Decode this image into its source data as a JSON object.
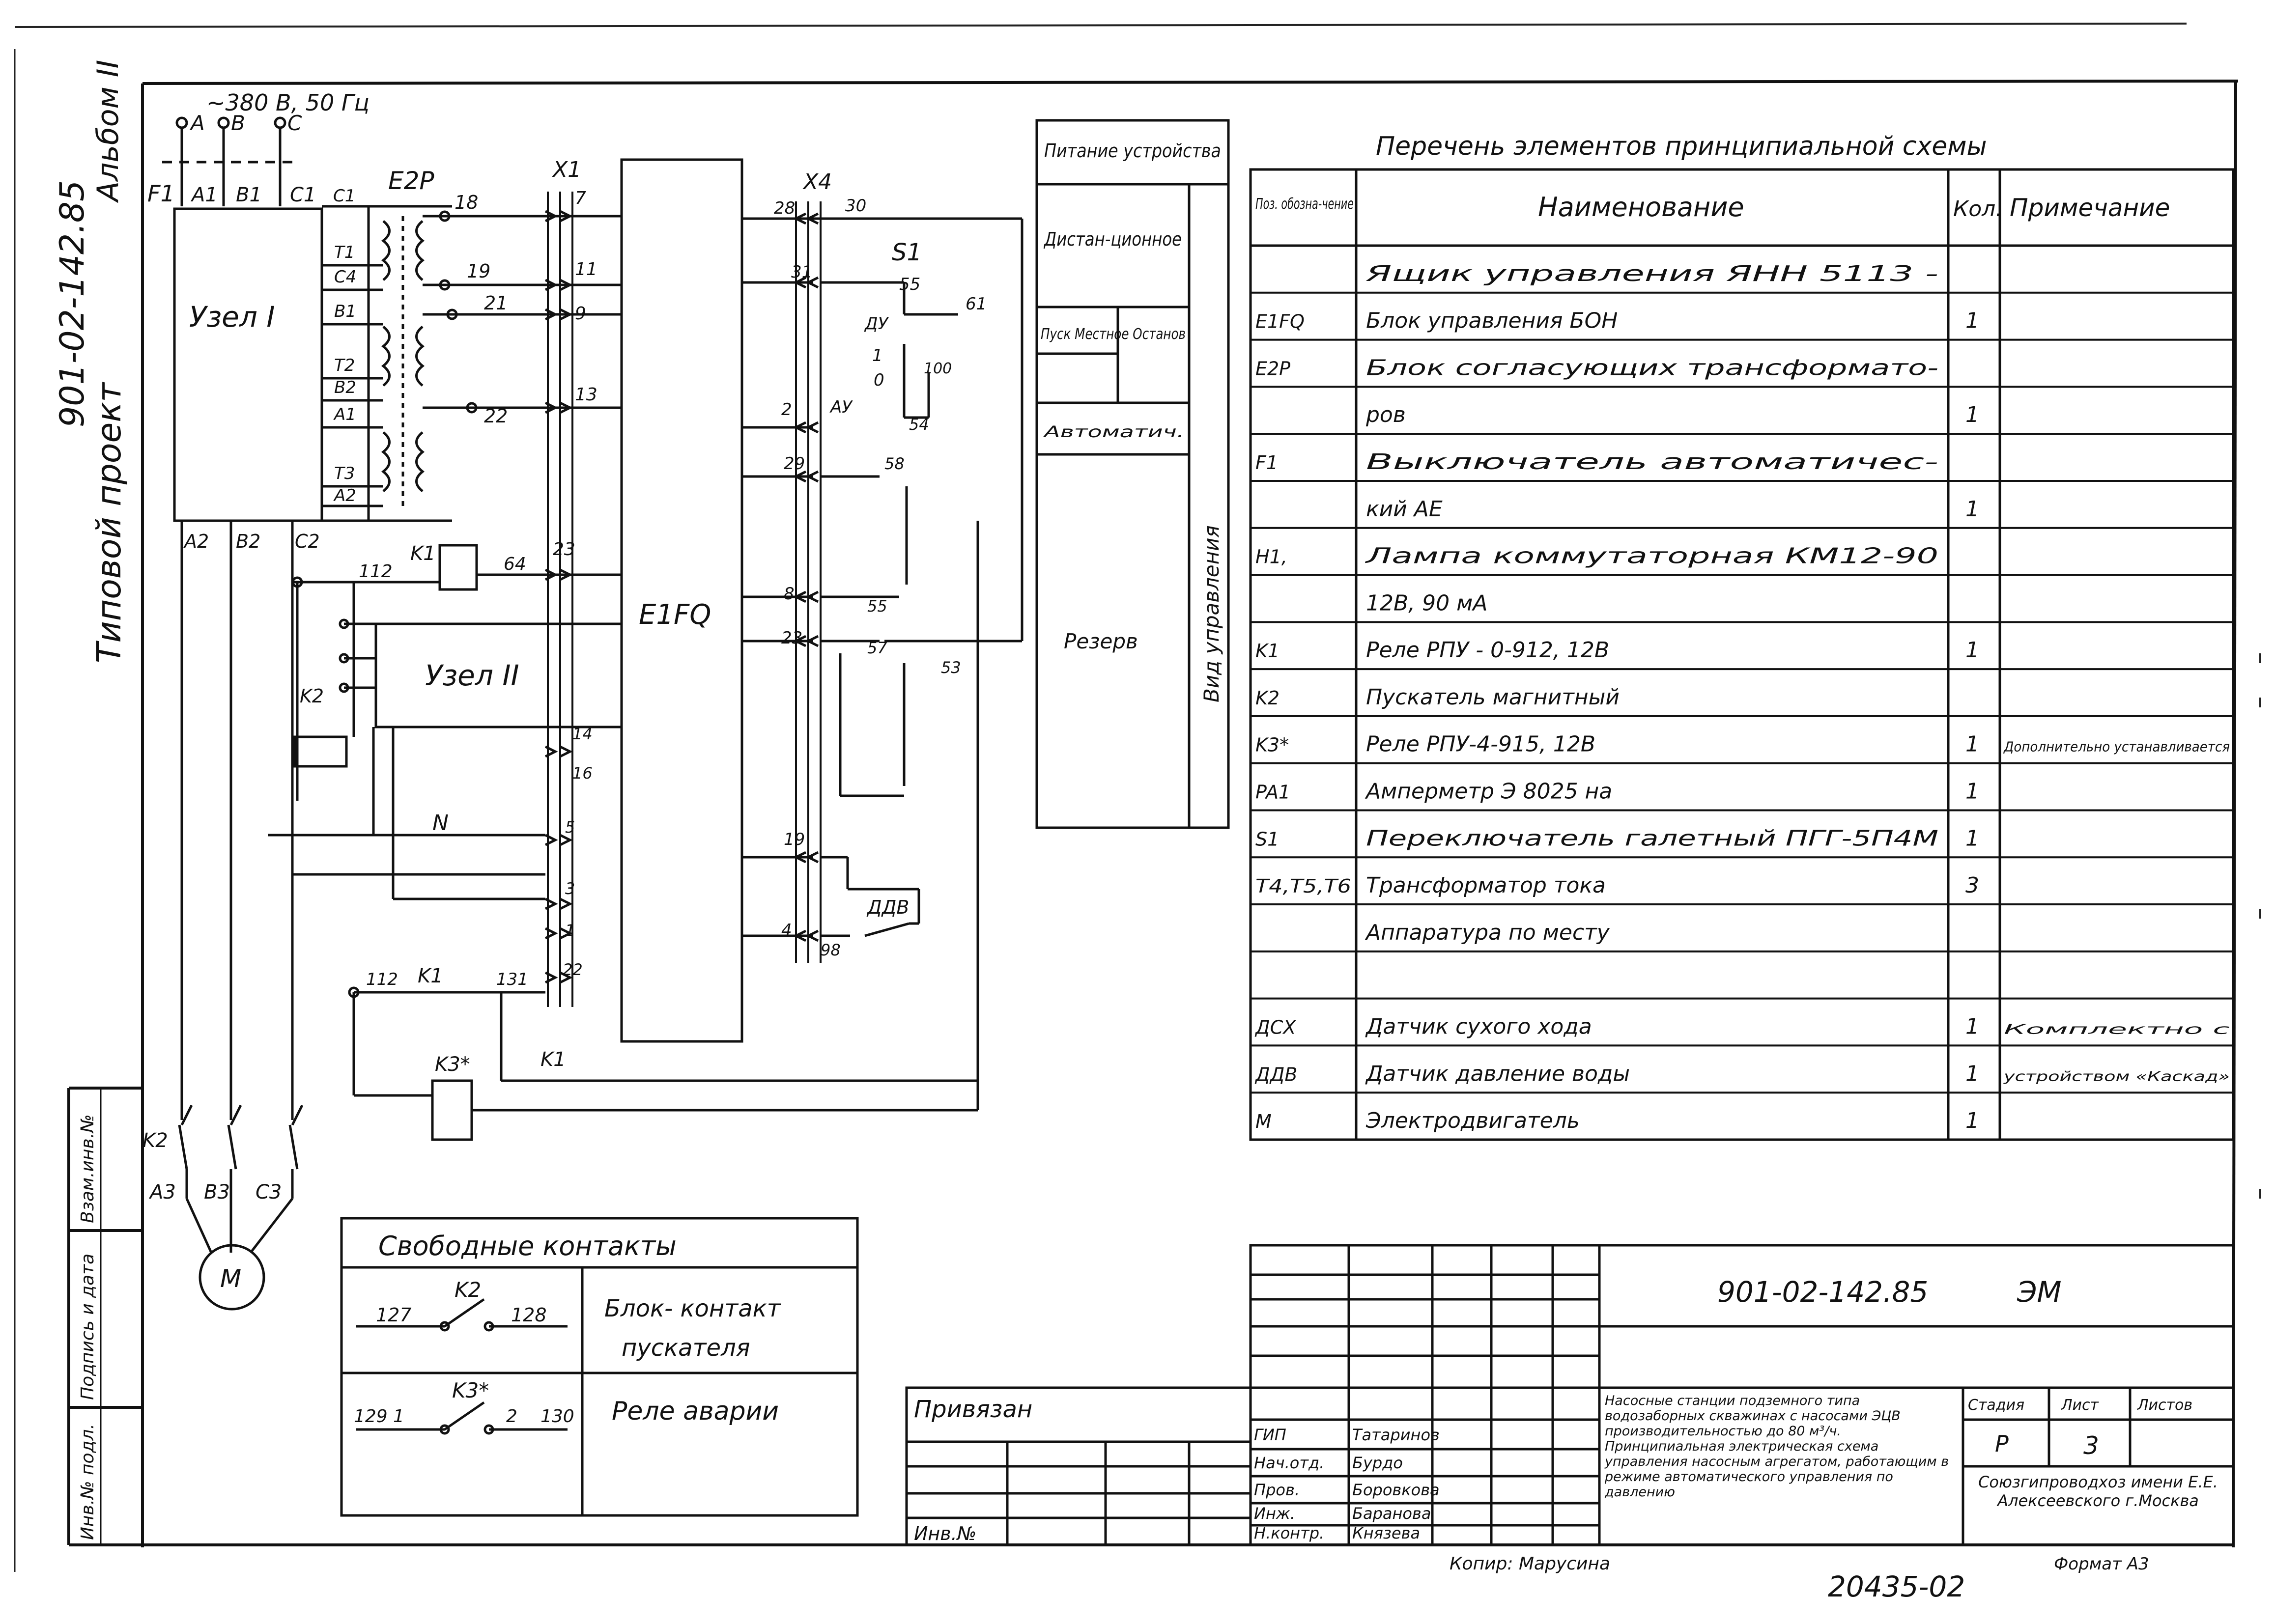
{
  "side_labels": {
    "doc_code": "901-02-142.85",
    "album": "Альбом II",
    "project": "Типовой проект",
    "stamp_fields": [
      "Взам.инв.№",
      "Подпись и дата",
      "Инв.№ подл."
    ]
  },
  "schematic": {
    "supply": "~380 В, 50 Гц",
    "phases": [
      "A",
      "B",
      "C"
    ],
    "breaker": "F1",
    "terminal_row_top": [
      "A1",
      "B1",
      "C1"
    ],
    "node1_label": "Узел I",
    "node1_pins": [
      "C1",
      "T1",
      "C4",
      "B1",
      "T2",
      "B2",
      "A1",
      "T3",
      "A2"
    ],
    "node1_out": [
      "A2",
      "B2",
      "C2"
    ],
    "transformer_label": "E2P",
    "xterm_label": "X1",
    "xterm_left_nums": [
      "7",
      "11",
      "9",
      "13",
      "23",
      "14",
      "16",
      "5",
      "3",
      "1",
      "22"
    ],
    "wire_nums": [
      "18",
      "19",
      "21",
      "22",
      "64",
      "112",
      "112",
      "131"
    ],
    "node2_label": "Узел II",
    "controller_label": "E1FQ",
    "xterm4_label": "X4",
    "xterm4_nums": [
      "28",
      "31",
      "2",
      "29",
      "8",
      "23",
      "19",
      "4"
    ],
    "switch_label": "S1",
    "switch_pins": [
      "30",
      "55",
      "61",
      "54",
      "58",
      "55",
      "57",
      "53",
      "98"
    ],
    "switch_mode": [
      "ДУ",
      "1",
      "0",
      "АУ",
      "100"
    ],
    "relay_K1": "K1",
    "relay_K2": "K2",
    "relay_K3": "K3*",
    "pressure_sensor": "ДДВ",
    "neutral": "N",
    "motor_terms": [
      "A3",
      "B3",
      "C3"
    ],
    "motor": "M",
    "k1_contact": "K1"
  },
  "control_panel": {
    "header": "Питание устройства",
    "rows": [
      "Дистан-ционное",
      "Пуск Местное Останов",
      "Автоматич.",
      "Резерв"
    ],
    "vertical_label": "Вид управления"
  },
  "elements_table": {
    "title": "Перечень элементов принципиальной схемы",
    "headers": [
      "Поз. обозна-чение",
      "Наименование",
      "Кол.",
      "Примечание"
    ],
    "rows": [
      {
        "pos": "",
        "name": "Ящик управления ЯНН 5113 -",
        "qty": "",
        "note": ""
      },
      {
        "pos": "E1FQ",
        "name": "Блок управления    БОН",
        "qty": "1",
        "note": ""
      },
      {
        "pos": "E2P",
        "name": "Блок согласующих трансформато-",
        "qty": "",
        "note": ""
      },
      {
        "pos": "",
        "name": "ров",
        "qty": "1",
        "note": ""
      },
      {
        "pos": "F1",
        "name": "Выключатель   автоматичес-",
        "qty": "",
        "note": ""
      },
      {
        "pos": "",
        "name": "кий   АЕ",
        "qty": "1",
        "note": ""
      },
      {
        "pos": "H1,",
        "name": "Лампа коммутаторная  КМ12-90",
        "qty": "",
        "note": ""
      },
      {
        "pos": "",
        "name": "12В,  90 мА",
        "qty": "",
        "note": ""
      },
      {
        "pos": "K1",
        "name": "Реле  РПУ - 0-912,  12В",
        "qty": "1",
        "note": ""
      },
      {
        "pos": "K2",
        "name": "Пускатель магнитный",
        "qty": "",
        "note": ""
      },
      {
        "pos": "K3*",
        "name": "Реле  РПУ-4-915, 12В",
        "qty": "1",
        "note": "Дополнительно устанавливается"
      },
      {
        "pos": "PA1",
        "name": "Амперметр   Э 8025  на",
        "qty": "1",
        "note": ""
      },
      {
        "pos": "S1",
        "name": "Переключатель галетный ПГГ-5П4М",
        "qty": "1",
        "note": ""
      },
      {
        "pos": "T4,T5,T6",
        "name": "Трансформатор тока",
        "qty": "3",
        "note": ""
      },
      {
        "pos": "",
        "name": "Аппаратура    по месту",
        "qty": "",
        "note": ""
      },
      {
        "pos": "",
        "name": "",
        "qty": "",
        "note": ""
      },
      {
        "pos": "ДСХ",
        "name": "Датчик сухого хода",
        "qty": "1",
        "note": "Комплектно с"
      },
      {
        "pos": "ДДВ",
        "name": "Датчик давление воды",
        "qty": "1",
        "note": "устройством «Каскад»"
      },
      {
        "pos": "M",
        "name": "Электродвигатель",
        "qty": "1",
        "note": ""
      }
    ]
  },
  "free_contacts": {
    "title": "Свободные  контакты",
    "rows": [
      {
        "relay": "K2",
        "pin_a": "127",
        "pin_b": "128",
        "desc": "Блок- контакт пускателя"
      },
      {
        "relay": "K3*",
        "pin_a": "129",
        "pin_a2": "1",
        "pin_b": "2",
        "pin_b2": "130",
        "desc": "Реле аварии"
      }
    ]
  },
  "title_block": {
    "doc_code": "901-02-142.85",
    "sheet_type": "ЭМ",
    "privyazan": "Привязан",
    "inv_no": "Инв.№",
    "roles": [
      {
        "role": "ГИП",
        "name": "Татаринов"
      },
      {
        "role": "Нач.отд.",
        "name": "Бурдо"
      },
      {
        "role": "Пров.",
        "name": "Боровкова"
      },
      {
        "role": "Инж.",
        "name": "Баранова"
      },
      {
        "role": "Н.контр.",
        "name": "Князева"
      }
    ],
    "description": "Насосные станции подземного типа водозаборных скважинах с насосами ЭЦВ производительностью до 80 м³/ч. Принципиальная электрическая схема управления насосным агрегатом, работающим в режиме автоматического управления по давлению",
    "stage_label": "Стадия",
    "sheet_label": "Лист",
    "sheets_label": "Листов",
    "stage": "Р",
    "sheet": "3",
    "org": "Союзгипроводхоз имени Е.Е. Алексеевского г.Москва",
    "footer_copy": "Копир: Марусина",
    "footer_format": "Формат А3",
    "archive_no": "20435-02"
  }
}
